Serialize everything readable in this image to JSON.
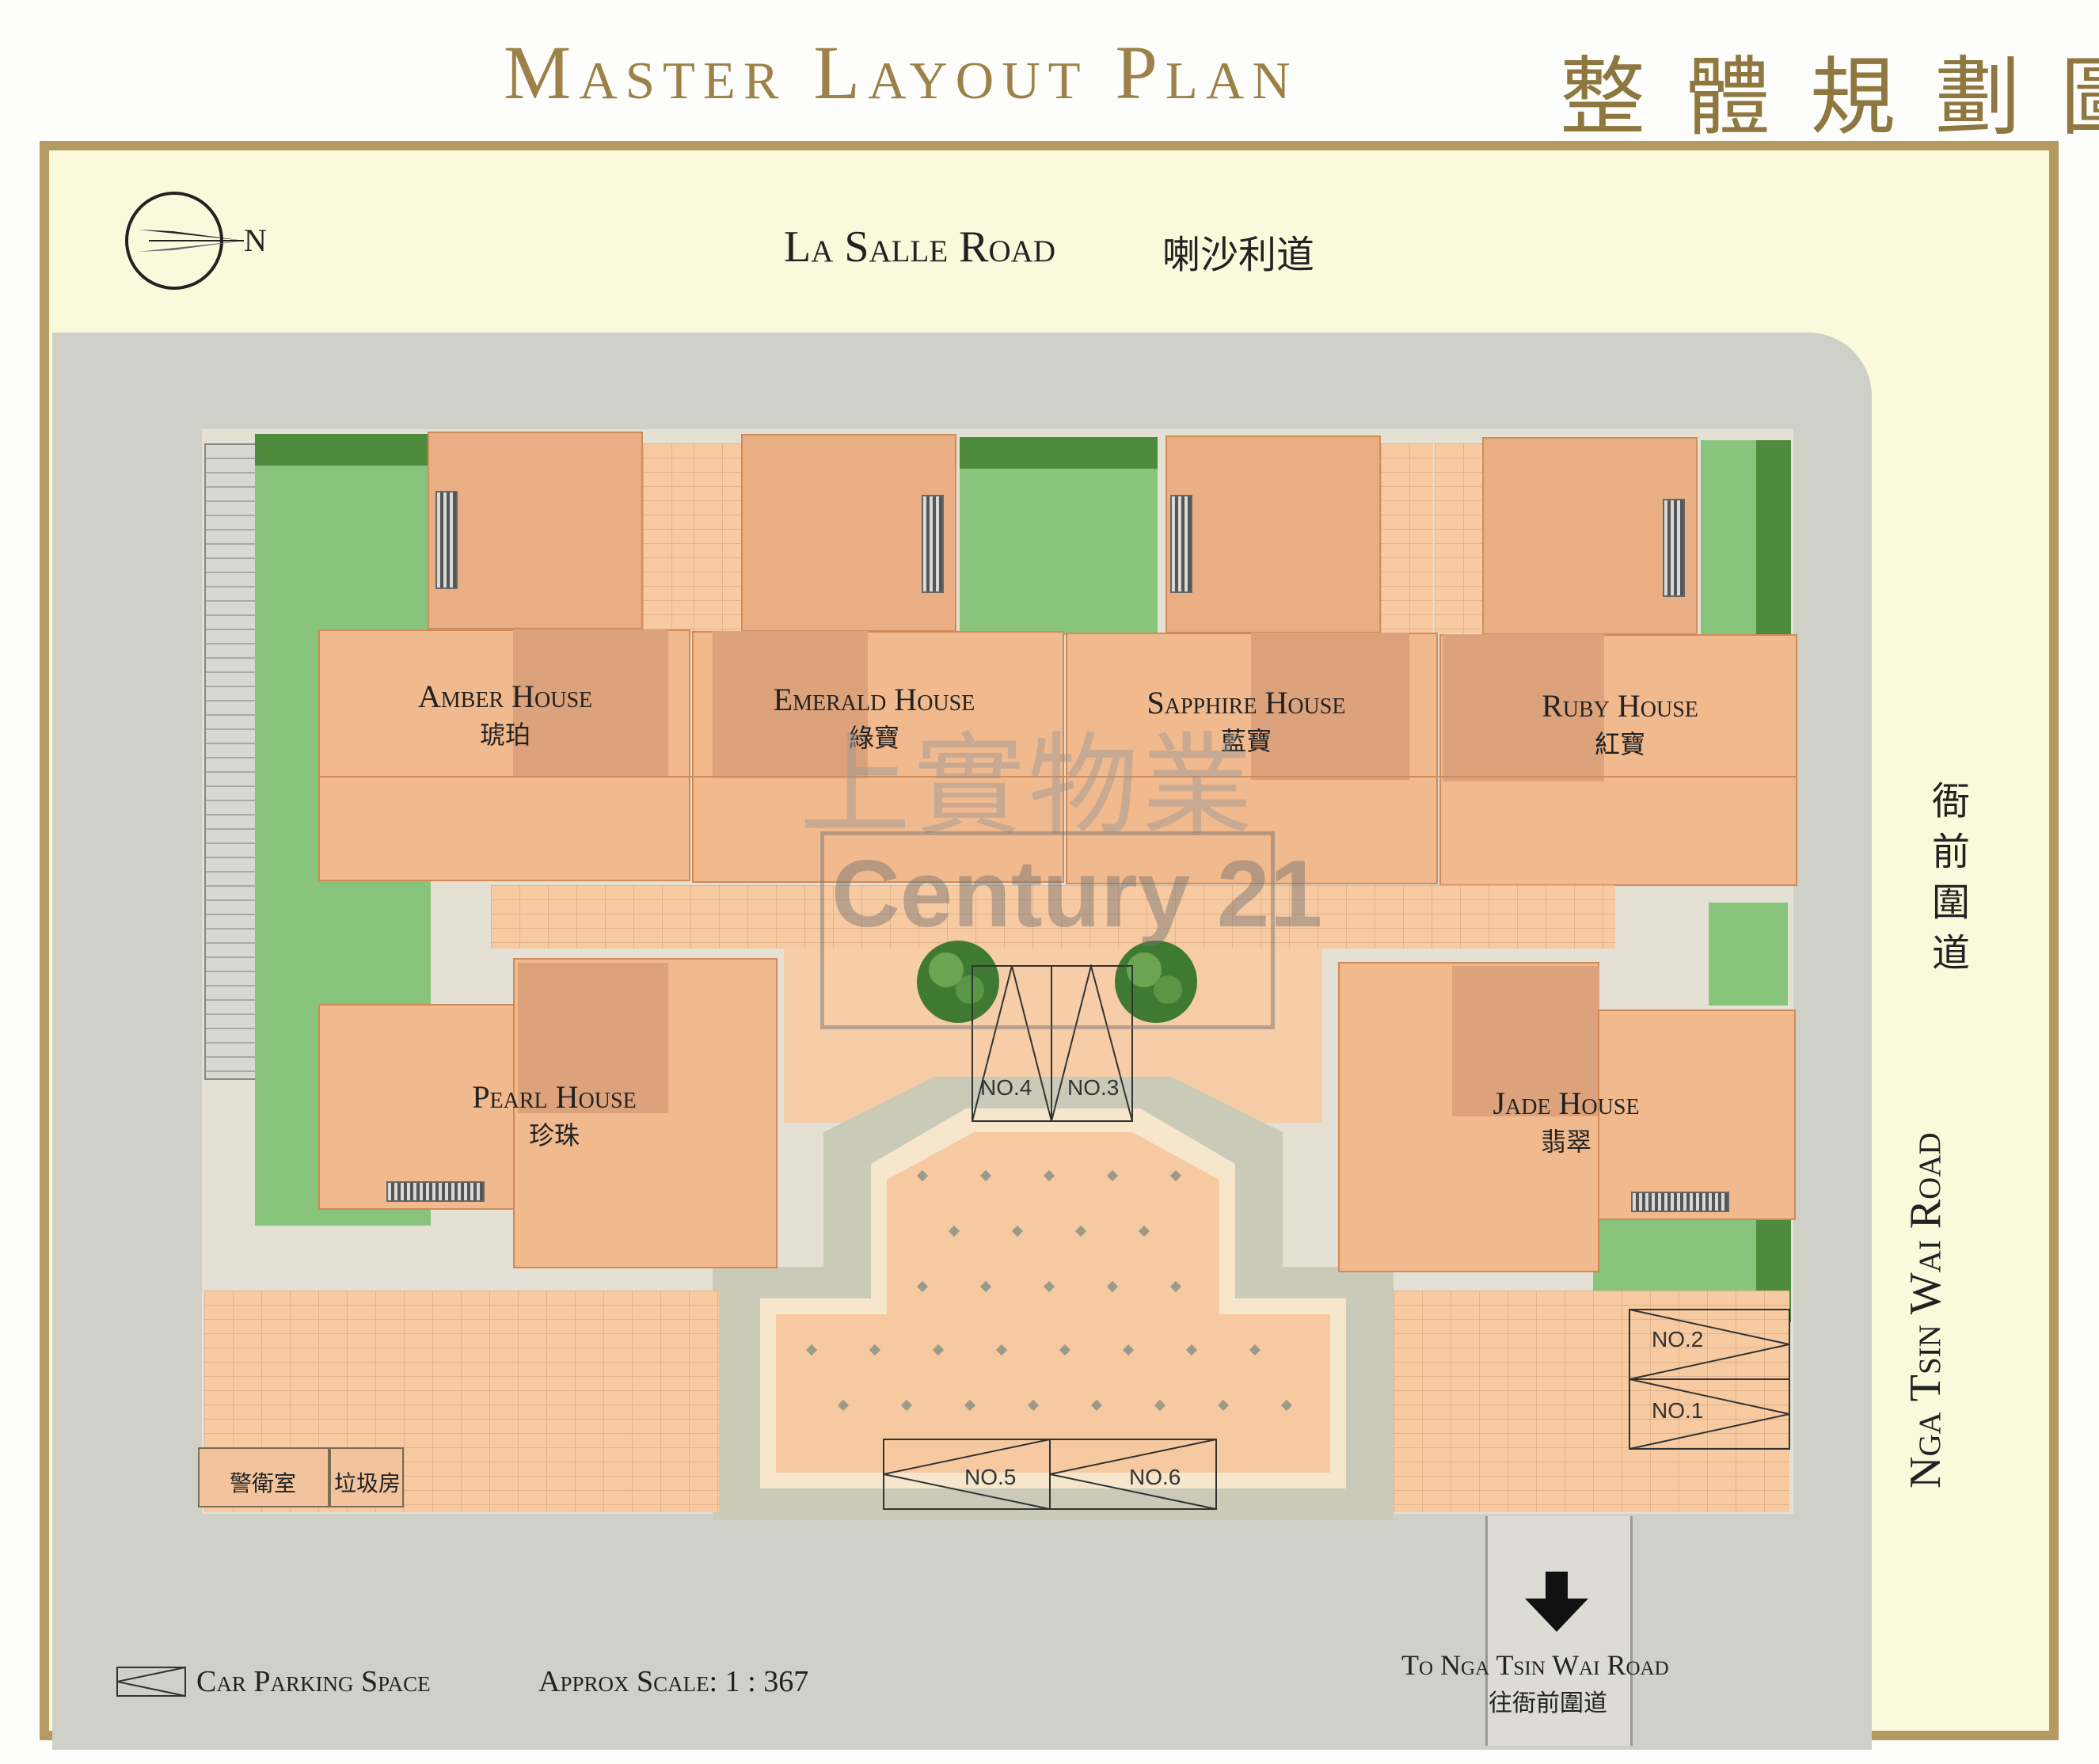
{
  "title": {
    "en": "Master Layout Plan",
    "zh": "整體規劃圖"
  },
  "north": {
    "label": "N"
  },
  "roads": {
    "la_salle_en": "La Salle Road",
    "la_salle_zh": "喇沙利道",
    "nga_tsin_wai_en": "Nga Tsin Wai Road",
    "nga_tsin_wai_zh": "衙前圍道",
    "to_en": "To Nga Tsin Wai Road",
    "to_zh": "往衙前圍道"
  },
  "houses": [
    {
      "en": "Amber House",
      "zh": "琥珀"
    },
    {
      "en": "Emerald House",
      "zh": "綠寶"
    },
    {
      "en": "Sapphire House",
      "zh": "藍寶"
    },
    {
      "en": "Ruby House",
      "zh": "紅寶"
    },
    {
      "en": "Pearl House",
      "zh": "珍珠"
    },
    {
      "en": "Jade House",
      "zh": "翡翠"
    }
  ],
  "parking": [
    "NO.1",
    "NO.2",
    "NO.3",
    "NO.4",
    "NO.5",
    "NO.6"
  ],
  "facilities": {
    "guard": "警衛室",
    "refuse": "垃圾房"
  },
  "legend": {
    "parking": "Car Parking Space",
    "scale": "Approx Scale: 1 : 367"
  },
  "watermark": {
    "zh": "上實物業",
    "en": "Century 21"
  },
  "colors": {
    "frame": "#b59b62",
    "background": "#fbf9dc",
    "building": "#f1b98e",
    "grass": "#88c47c",
    "road": "#cfd0c7"
  }
}
